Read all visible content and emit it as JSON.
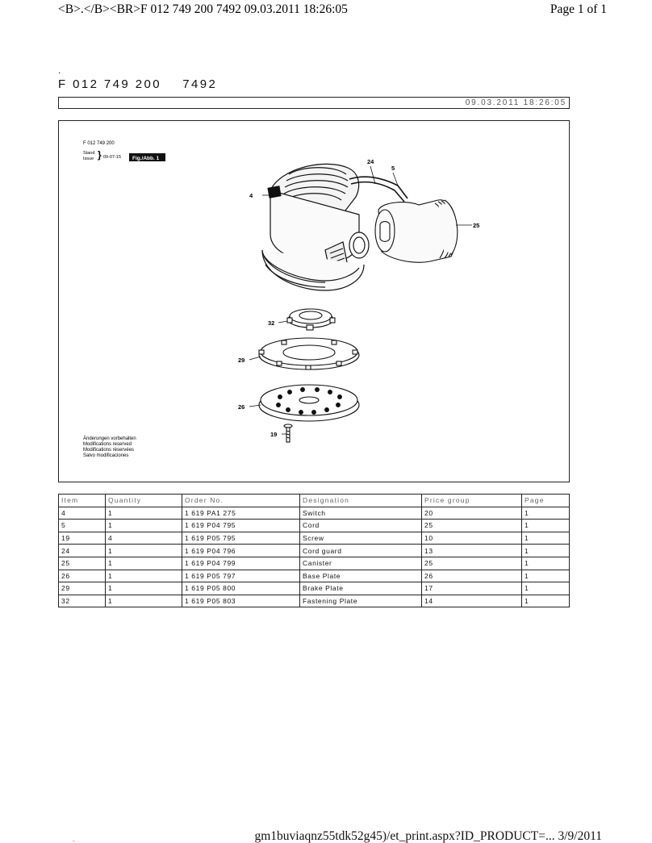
{
  "print_header": {
    "left": "<B>.</B><BR>F 012 749 200    7492 09.03.2011 18:26:05",
    "right": "Page 1 of 1"
  },
  "dot": ".",
  "product_title": "F 012 749 200    7492",
  "timestamp": "09.03.2011 18:26:05",
  "figure": {
    "model_number": "F 012 749 200",
    "stand_label_1": "Stand",
    "stand_label_2": "Issue",
    "stand_date": "09-07-15",
    "fig_label": "Fig./Abb. 1",
    "disclaimers": [
      "Änderungen vorbehalten",
      "Modifications reserved",
      "Modifications réservées",
      "Salvo modificaciones"
    ],
    "callouts": [
      "4",
      "24",
      "5",
      "25",
      "32",
      "29",
      "26",
      "19"
    ]
  },
  "table": {
    "headers": [
      "Item",
      "Quantity",
      "Order No.",
      "Designation",
      "Price group",
      "Page"
    ],
    "rows": [
      [
        "4",
        "1",
        "1 619 PA1 275",
        "Switch",
        "20",
        "1"
      ],
      [
        "5",
        "1",
        "1 619 P04 795",
        "Cord",
        "25",
        "1"
      ],
      [
        "19",
        "4",
        "1 619 P05 795",
        "Screw",
        "10",
        "1"
      ],
      [
        "24",
        "1",
        "1 619 P04 796",
        "Cord guard",
        "13",
        "1"
      ],
      [
        "25",
        "1",
        "1 619 P04 799",
        "Canister",
        "25",
        "1"
      ],
      [
        "26",
        "1",
        "1 619 P05 797",
        "Base Plate",
        "26",
        "1"
      ],
      [
        "29",
        "1",
        "1 619 P05 800",
        "Brake Plate",
        "17",
        "1"
      ],
      [
        "32",
        "1",
        "1 619 P05 803",
        "Fastening Plate",
        "14",
        "1"
      ]
    ]
  },
  "print_footer": "gm1buviaqnz55tdk52g45)/et_print.aspx?ID_PRODUCT=...    3/9/2011",
  "footer_mark": "-"
}
